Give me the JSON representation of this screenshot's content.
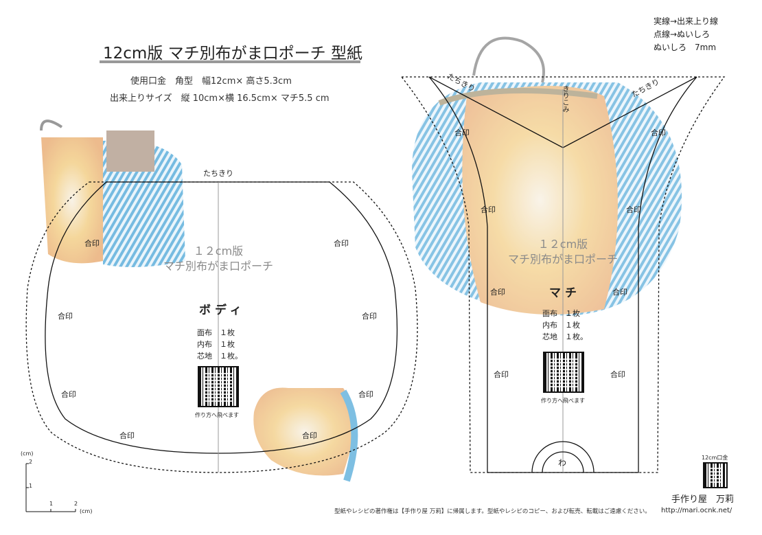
{
  "title": "12cm版 マチ別布がま口ポーチ 型紙",
  "specs": {
    "frame": "使用口金　角型　幅12cm× 高さ5.3cm",
    "finished": "出来上りサイズ　縦 10cm×横 16.5cm× マチ5.5 cm"
  },
  "legend": [
    "実線→出来上り線",
    "点線→ぬいしろ",
    "ぬいしろ　7mm"
  ],
  "body_piece": {
    "cut_label": "たちきり",
    "watermark": [
      "１２cm版",
      "マチ別布がま口ポーチ"
    ],
    "name": "ボディ",
    "cut_list": [
      "面布　１枚",
      "内布　１枚",
      "芯地　１枚。"
    ],
    "qr_caption": "作り方へ飛べます",
    "mark": "合印"
  },
  "gusset_piece": {
    "cut_labels": [
      "たちきり",
      "たちきり"
    ],
    "notch": "きりこみ",
    "watermark": [
      "１２cm版",
      "マチ別布がま口ポーチ"
    ],
    "name": "マチ",
    "cut_list": [
      "面布　１枚",
      "内布　１枚",
      "芯地　１枚。"
    ],
    "qr_caption": "作り方へ飛べます",
    "fold": "わ",
    "mark": "合印"
  },
  "scale": {
    "unit": "(cm)",
    "ticks": [
      "1",
      "2"
    ]
  },
  "frame_qr_label": "12cm口金",
  "copyright": "型紙やレシピの著作権は【手作り屋 万莉】に帰属します。型紙やレシピのコピー、および転売、転載はご遠慮ください。",
  "shop": "手作り屋　万莉",
  "url": "http://mari.ocnk.net/",
  "colors": {
    "blue_stripe": "#5fb0dc",
    "floral": "#f3c26a",
    "rule": "#999999"
  }
}
